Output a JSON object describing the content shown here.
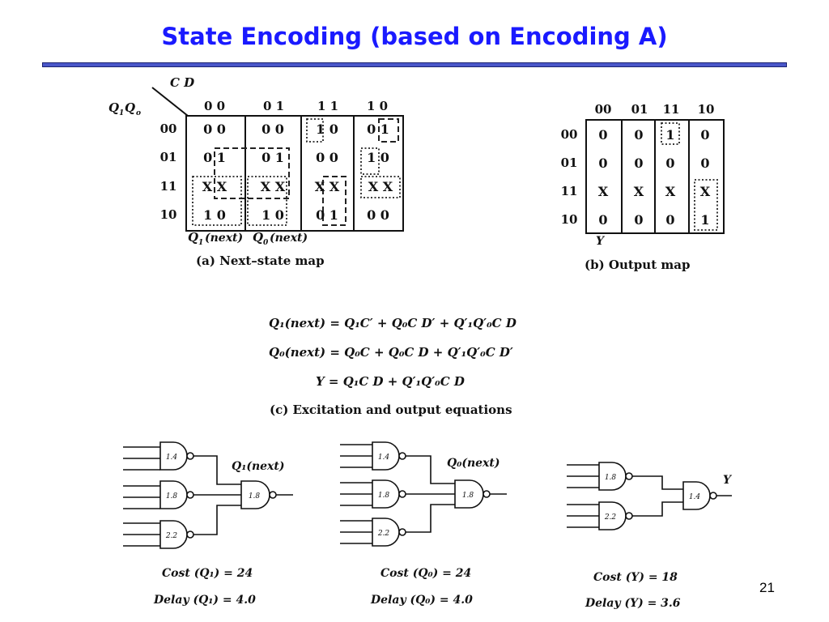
{
  "slide": {
    "title": "State Encoding (based on Encoding A)",
    "page": "21"
  },
  "next_state_map": {
    "corner_top": "C D",
    "corner_left_1": "Q",
    "corner_left_2": "Q",
    "sub_1": "1",
    "sub_0": "o",
    "col_headers": [
      "0 0",
      "0 1",
      "1 1",
      "1 0"
    ],
    "row_headers": [
      "00",
      "01",
      "11",
      "10"
    ],
    "cells": [
      [
        "0 0",
        "0 0",
        "1 0",
        "0 1"
      ],
      [
        "0 1",
        "0 1",
        "0 0",
        "1 0"
      ],
      [
        "X X",
        "X X",
        "X X",
        "X X"
      ],
      [
        "1 0",
        "1 0",
        "0 1",
        "0 0"
      ]
    ],
    "legend_q1": "Q",
    "legend_q1_sub": "1",
    "legend_q1_tail": "(next)",
    "legend_q0": "Q",
    "legend_q0_sub": "0",
    "legend_q0_tail": "(next)",
    "caption": "(a)  Next–state map"
  },
  "output_map": {
    "col_headers": [
      "00",
      "01",
      "11",
      "10"
    ],
    "row_headers": [
      "00",
      "01",
      "11",
      "10"
    ],
    "cells": [
      [
        "0",
        "0",
        "1",
        "0"
      ],
      [
        "0",
        "0",
        "0",
        "0"
      ],
      [
        "X",
        "X",
        "X",
        "X"
      ],
      [
        "0",
        "0",
        "0",
        "1"
      ]
    ],
    "y_label": "Y",
    "caption": "(b)  Output map"
  },
  "equations": {
    "eq1": "Q₁(next)  =  Q₁C′ + Q₀C D′ + Q′₁Q′₀C D",
    "eq2": "Q₀(next)  =  Q₀C  + Q₀C D + Q′₁Q′₀C D′",
    "eq3": "Y  =  Q₁C D + Q′₁Q′₀C D",
    "caption": "(c)  Excitation and output equations"
  },
  "circuits": {
    "q1": {
      "gates": [
        "1.4",
        "1.8",
        "2.2",
        "1.8"
      ],
      "output": "Q₁(next)",
      "cost": "Cost (Q₁) = 24",
      "delay": "Delay (Q₁) = 4.0"
    },
    "q0": {
      "gates": [
        "1.4",
        "1.8",
        "2.2",
        "1.8"
      ],
      "output": "Q₀(next)",
      "cost": "Cost (Q₀) = 24",
      "delay": "Delay (Q₀) = 4.0"
    },
    "y": {
      "gates": [
        "1.8",
        "2.2",
        "1.4"
      ],
      "output": "Y",
      "cost": "Cost (Y) = 18",
      "delay": "Delay (Y) = 3.6"
    }
  }
}
